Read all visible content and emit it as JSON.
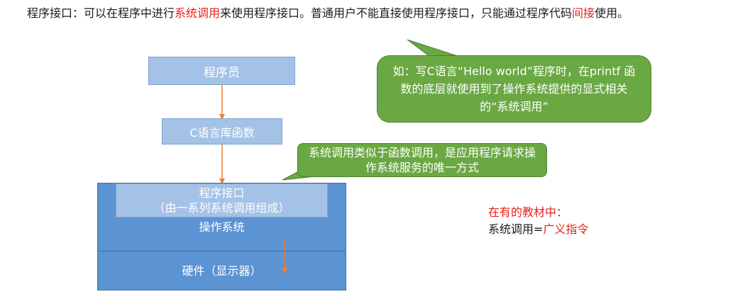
{
  "intro": {
    "part1": "程序接口：可以在程序中进行",
    "highlight1": "系统调用",
    "part2": "来使用程序接口。普通用户不能直接使用程序接口，只能通过程序代码",
    "highlight2": "间接",
    "part3": "使用。"
  },
  "diagram": {
    "programmer": "程序员",
    "c_library": "C语言库函数",
    "program_interface_line1": "程序接口",
    "program_interface_line2": "（由一系列系统调用组成）",
    "operating_system": "操作系统",
    "hardware": "硬件（显示器）"
  },
  "callouts": {
    "top": "如：写C语言“Hello world”程序时，在printf 函数的底层就使用到了操作系统提供的显式相关的“系统调用”",
    "middle": "系统调用类似于函数调用，是应用程序请求操作系统服务的唯一方式"
  },
  "note": {
    "line1": "在有的教材中：",
    "line2_prefix": "系统调用=",
    "line2_highlight": "广义指令"
  },
  "colors": {
    "highlight": "#e8201a",
    "light_box": "#a4c2e6",
    "os_box": "#5b93d3",
    "callout": "#6aa843",
    "arrow": "#ed7d31"
  }
}
